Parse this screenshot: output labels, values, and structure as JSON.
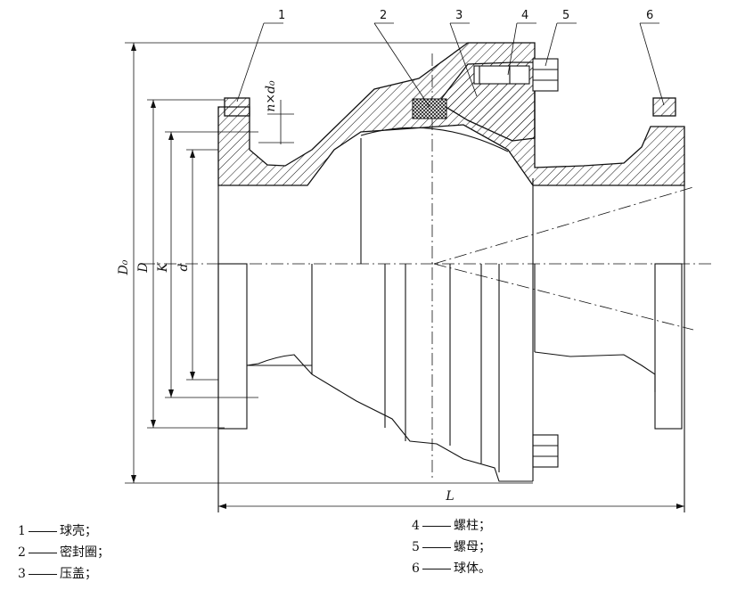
{
  "dimensions": {
    "D0": "D₀",
    "D": "D",
    "K": "K",
    "d": "d",
    "L": "L",
    "holes": "n×d₀"
  },
  "callouts": [
    "1",
    "2",
    "3",
    "4",
    "5",
    "6"
  ],
  "legend": [
    {
      "num": "1",
      "text": "球壳；"
    },
    {
      "num": "2",
      "text": "密封圈；"
    },
    {
      "num": "3",
      "text": "压盖；"
    },
    {
      "num": "4",
      "text": "螺柱；"
    },
    {
      "num": "5",
      "text": "螺母；"
    },
    {
      "num": "6",
      "text": "球体。"
    }
  ],
  "colors": {
    "line": "#111111",
    "seal": "#444444",
    "background": "#ffffff"
  }
}
